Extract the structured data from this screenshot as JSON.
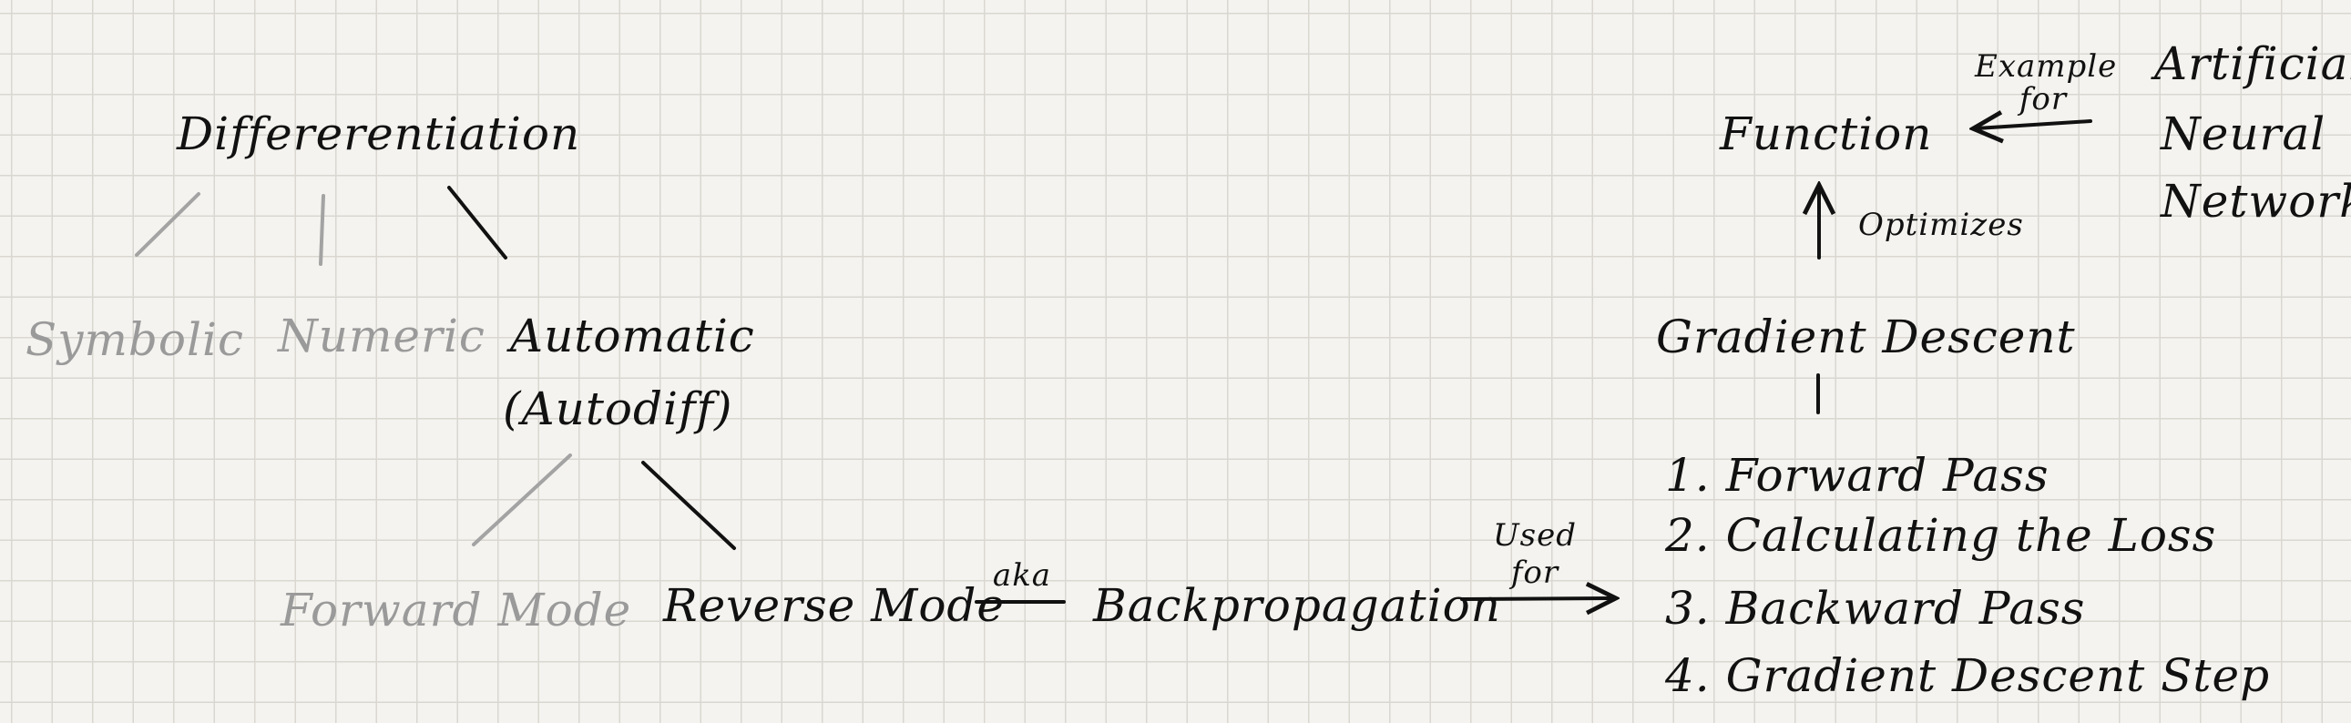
{
  "diagram": {
    "root": "Differerentiation",
    "branches": {
      "symbolic": "Symbolic",
      "numeric": "Numeric",
      "automatic_line1": "Automatic",
      "automatic_line2": "(Autodiff)"
    },
    "modes": {
      "forward": "Forward Mode",
      "reverse": "Reverse Mode"
    },
    "aka_label": "aka",
    "backprop": "Backpropagation",
    "used_for_line1": "Used",
    "used_for_line2": "for",
    "gradient_descent": "Gradient Descent",
    "steps": [
      "1. Forward Pass",
      "2. Calculating the Loss",
      "3. Backward Pass",
      "4. Gradient Descent Step"
    ],
    "optimizes_label": "Optimizes",
    "function": "Function",
    "example_for_line1": "Example",
    "example_for_line2": "for",
    "ann_line1": "Artificial",
    "ann_line2": "Neural",
    "ann_line3": "Network",
    "colors": {
      "ink": "#111111",
      "faded_ink": "#9a9a9a",
      "grid": "#d9d7d0",
      "paper": "#f4f3ef"
    }
  }
}
